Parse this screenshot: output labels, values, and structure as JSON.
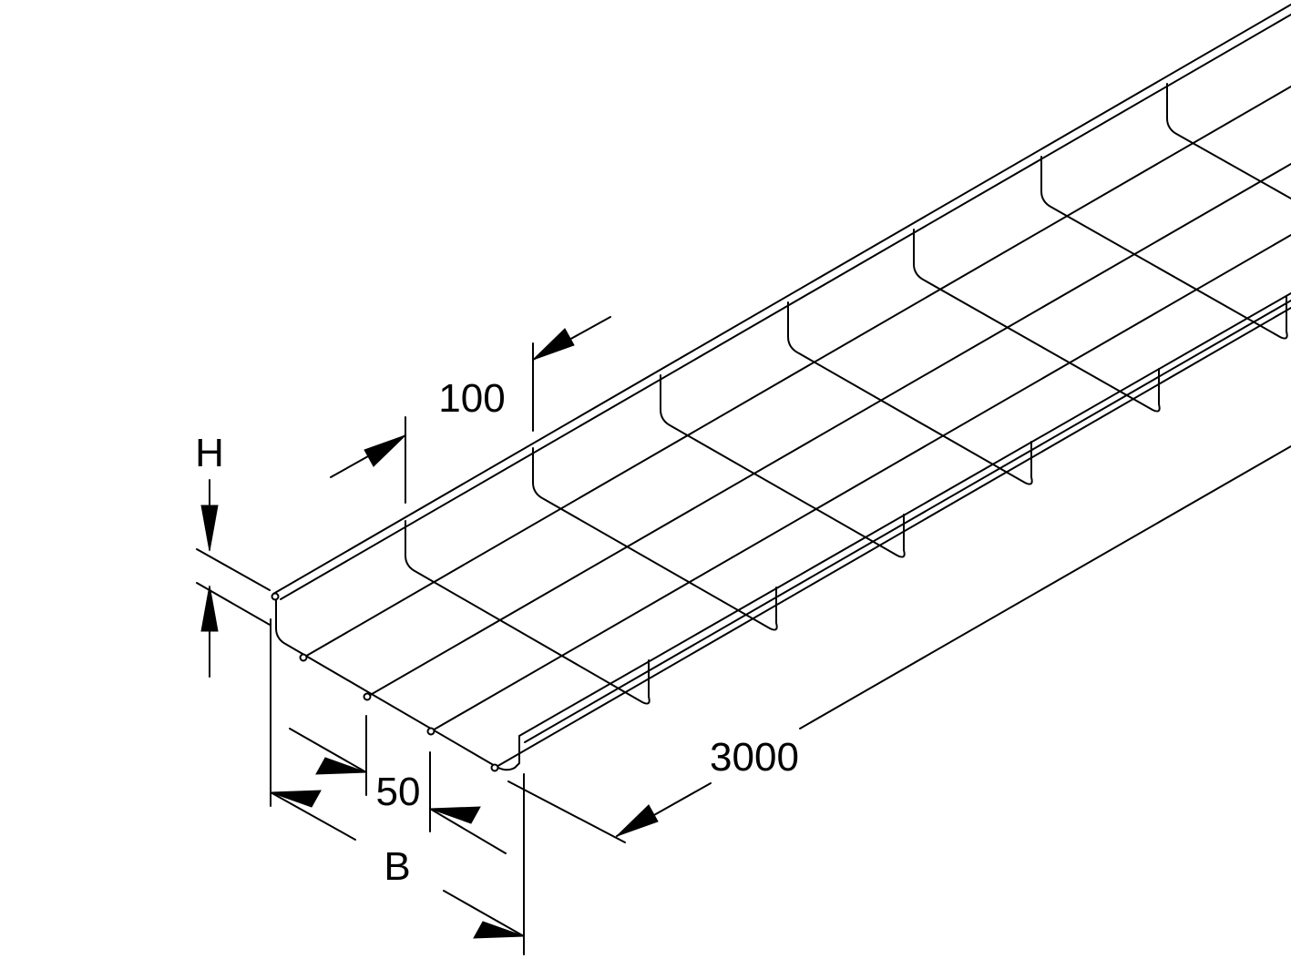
{
  "dimensions": {
    "height": "H",
    "mesh_pitch": "100",
    "side_mesh": "50",
    "width": "B",
    "length": "3000"
  },
  "colors": {
    "line": "#000000",
    "background": "#ffffff"
  }
}
